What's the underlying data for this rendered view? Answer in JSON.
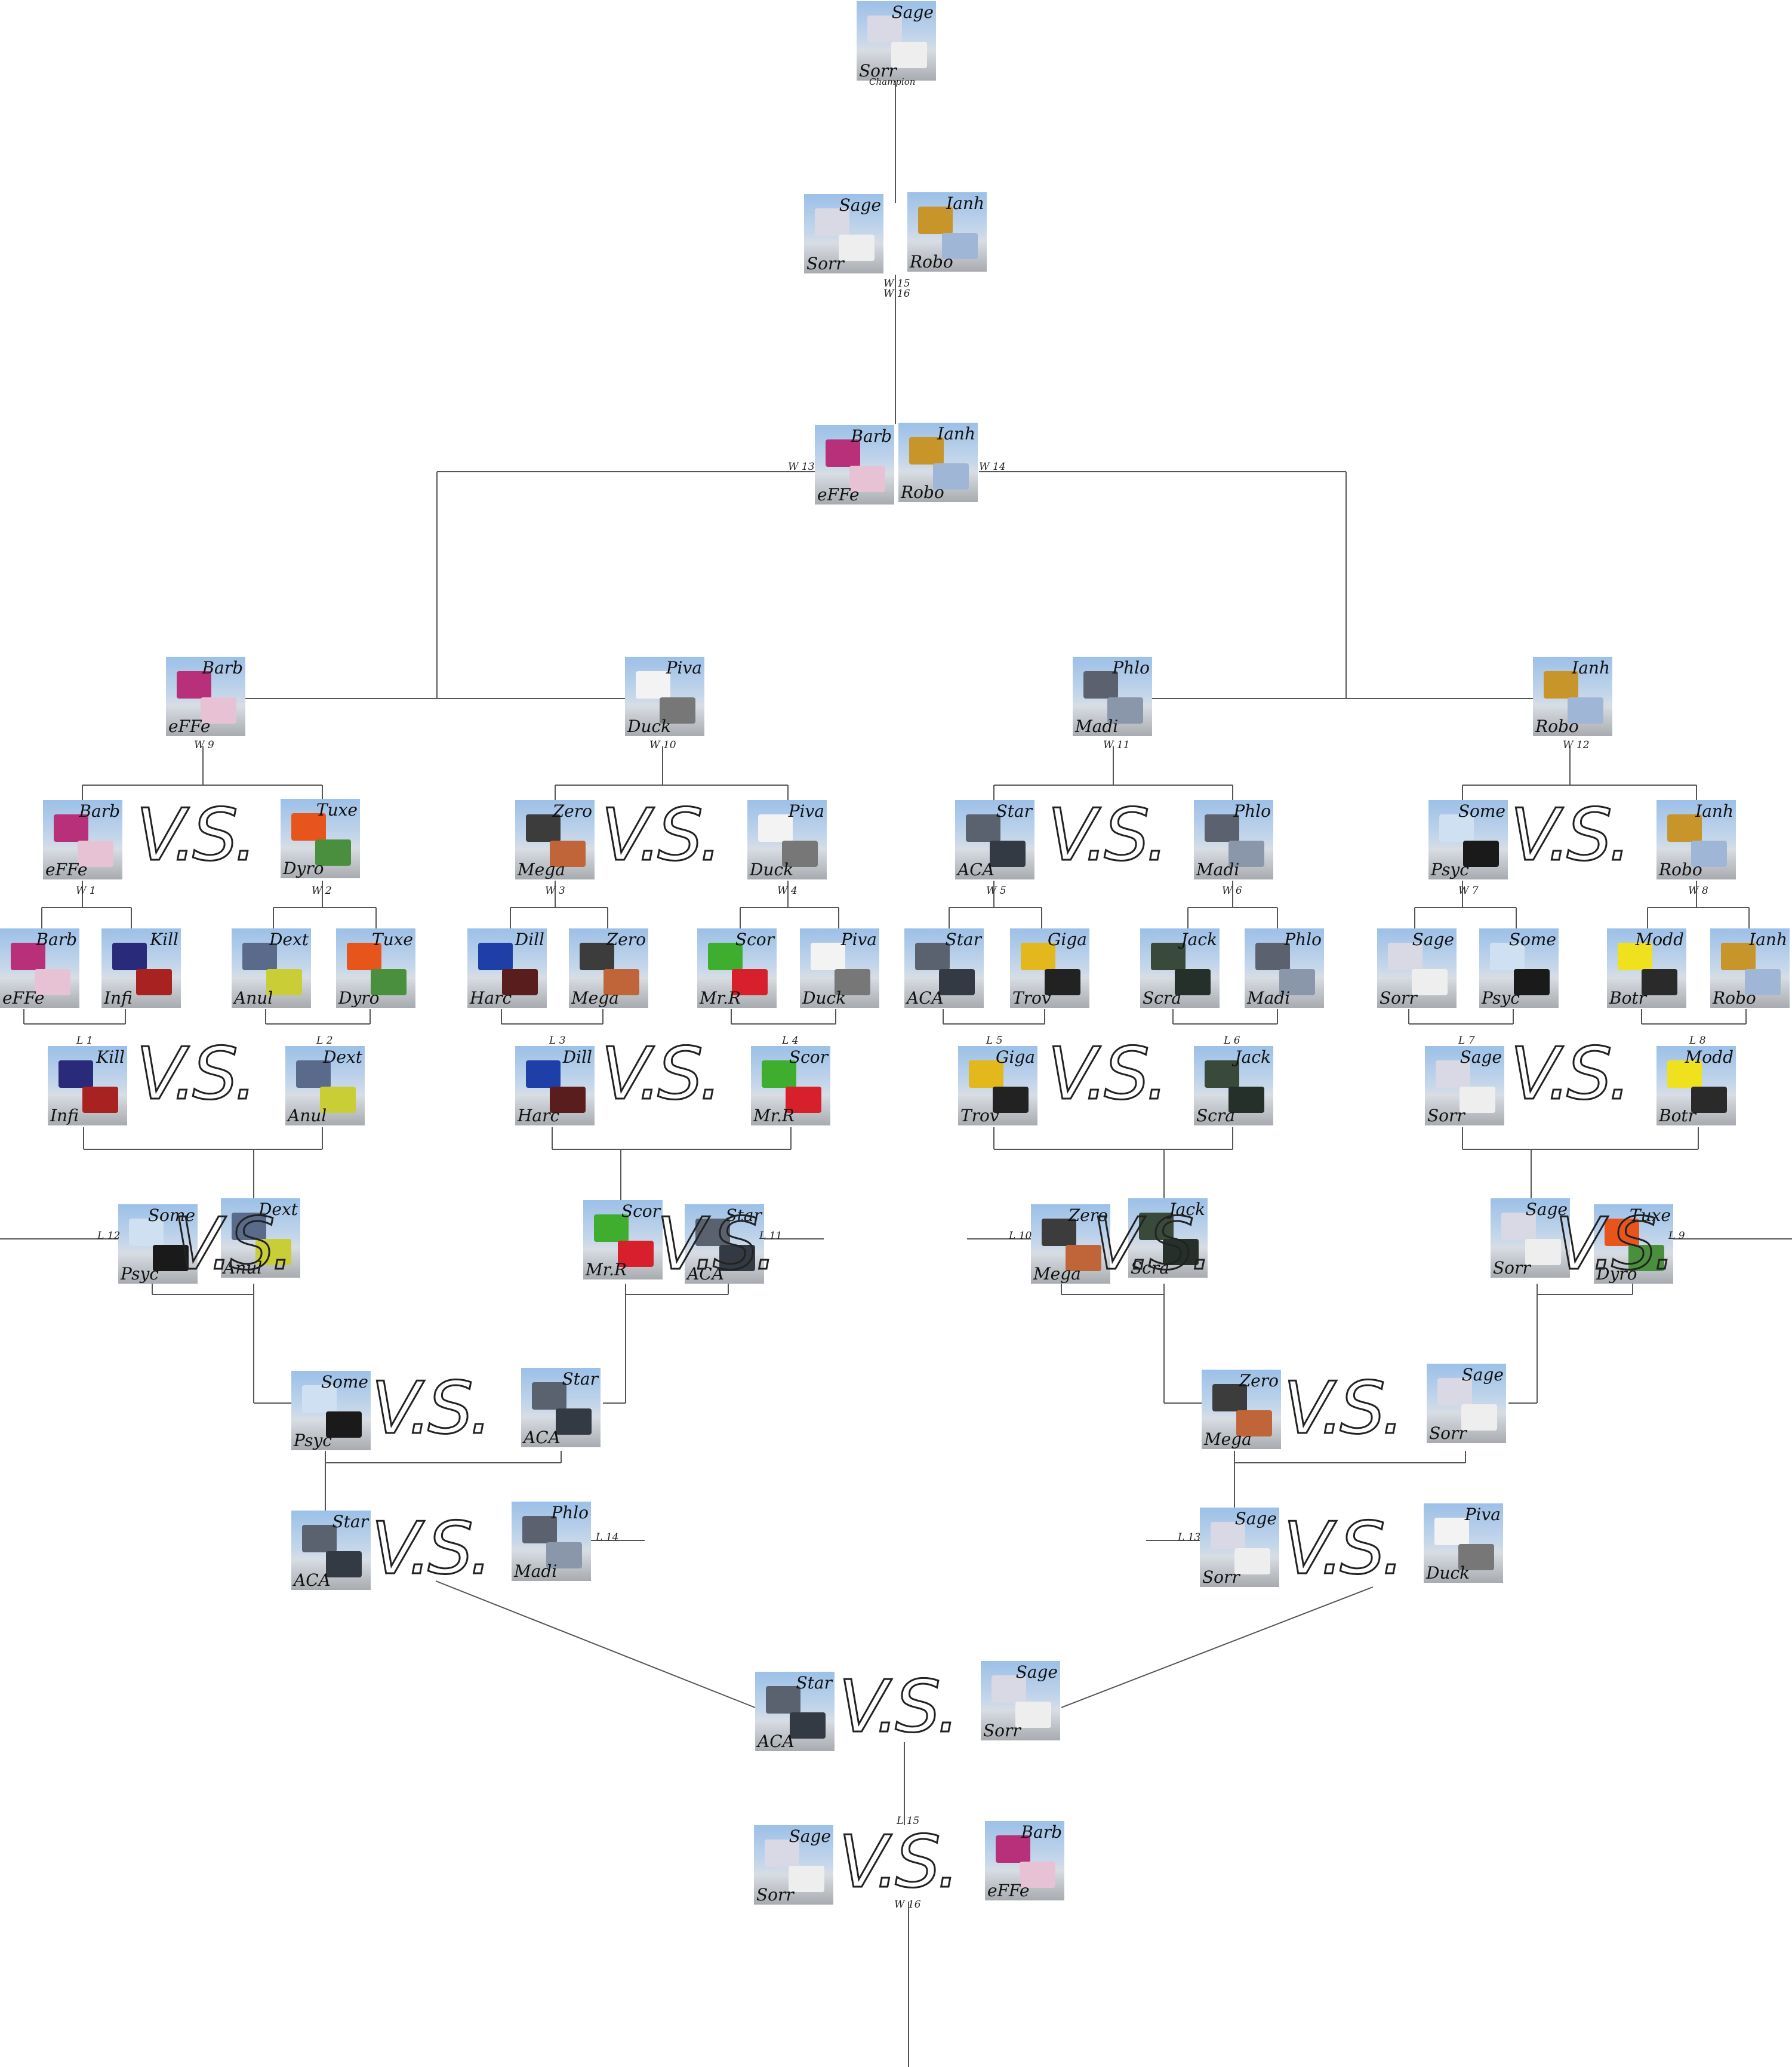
{
  "champion_label": "Champion",
  "vs_label": "V.S.",
  "cards": [
    {
      "id": "champion",
      "top": "Sage",
      "bottom": "Sorr",
      "c1": "#d9d9e6",
      "c2": "#eeeeee"
    },
    {
      "id": "f1a",
      "top": "Sage",
      "bottom": "Sorr",
      "c1": "#d9d9e6",
      "c2": "#eeeeee"
    },
    {
      "id": "f1b",
      "top": "Ianh",
      "bottom": "Robo",
      "c1": "#c8952a",
      "c2": "#9fb6d6"
    },
    {
      "id": "f2a",
      "top": "Barb",
      "bottom": "eFFe",
      "c1": "#b8307a",
      "c2": "#e7c2d5"
    },
    {
      "id": "f2b",
      "top": "Ianh",
      "bottom": "Robo",
      "c1": "#c8952a",
      "c2": "#9fb6d6"
    },
    {
      "id": "r3a",
      "top": "Barb",
      "bottom": "eFFe",
      "c1": "#b8307a",
      "c2": "#e7c2d5"
    },
    {
      "id": "r3b",
      "top": "Piva",
      "bottom": "Duck",
      "c1": "#f3f3f3",
      "c2": "#777777"
    },
    {
      "id": "r3c",
      "top": "Phlo",
      "bottom": "Madi",
      "c1": "#5c6170",
      "c2": "#8a97aa"
    },
    {
      "id": "r3d",
      "top": "Ianh",
      "bottom": "Robo",
      "c1": "#c8952a",
      "c2": "#9fb6d6"
    },
    {
      "id": "r2a1",
      "top": "Barb",
      "bottom": "eFFe",
      "c1": "#b8307a",
      "c2": "#e7c2d5"
    },
    {
      "id": "r2a2",
      "top": "Tuxe",
      "bottom": "Dyro",
      "c1": "#e8551c",
      "c2": "#4a8f3e"
    },
    {
      "id": "r2b1",
      "top": "Zero",
      "bottom": "Mega",
      "c1": "#3c3c3c",
      "c2": "#c0643a"
    },
    {
      "id": "r2b2",
      "top": "Piva",
      "bottom": "Duck",
      "c1": "#f3f3f3",
      "c2": "#777777"
    },
    {
      "id": "r2c1",
      "top": "Star",
      "bottom": "ACA",
      "c1": "#5a6270",
      "c2": "#333a44"
    },
    {
      "id": "r2c2",
      "top": "Phlo",
      "bottom": "Madi",
      "c1": "#5c6170",
      "c2": "#8a97aa"
    },
    {
      "id": "r2d1",
      "top": "Some",
      "bottom": "Psyc",
      "c1": "#cfe0f2",
      "c2": "#1a1a1a"
    },
    {
      "id": "r2d2",
      "top": "Ianh",
      "bottom": "Robo",
      "c1": "#c8952a",
      "c2": "#9fb6d6"
    },
    {
      "id": "r1a",
      "top": "Barb",
      "bottom": "eFFe",
      "c1": "#b8307a",
      "c2": "#e7c2d5"
    },
    {
      "id": "r1b",
      "top": "Kill",
      "bottom": "Infi",
      "c1": "#2a2a7a",
      "c2": "#a82222"
    },
    {
      "id": "r1c",
      "top": "Dext",
      "bottom": "Anul",
      "c1": "#5a6a8a",
      "c2": "#c9cd36"
    },
    {
      "id": "r1d",
      "top": "Tuxe",
      "bottom": "Dyro",
      "c1": "#e8551c",
      "c2": "#4a8f3e"
    },
    {
      "id": "r1e",
      "top": "Dill",
      "bottom": "Harc",
      "c1": "#1e3fa8",
      "c2": "#5a1d1d"
    },
    {
      "id": "r1f",
      "top": "Zero",
      "bottom": "Mega",
      "c1": "#3c3c3c",
      "c2": "#c0643a"
    },
    {
      "id": "r1g",
      "top": "Scor",
      "bottom": "Mr.R",
      "c1": "#3fae2f",
      "c2": "#d81f2c"
    },
    {
      "id": "r1h",
      "top": "Piva",
      "bottom": "Duck",
      "c1": "#f3f3f3",
      "c2": "#777777"
    },
    {
      "id": "r1i",
      "top": "Star",
      "bottom": "ACA",
      "c1": "#5a6270",
      "c2": "#333a44"
    },
    {
      "id": "r1j",
      "top": "Giga",
      "bottom": "Trov",
      "c1": "#e3b81c",
      "c2": "#222222"
    },
    {
      "id": "r1k",
      "top": "Jack",
      "bottom": "Scra",
      "c1": "#3a4a3a",
      "c2": "#26302a"
    },
    {
      "id": "r1l",
      "top": "Phlo",
      "bottom": "Madi",
      "c1": "#5c6170",
      "c2": "#8a97aa"
    },
    {
      "id": "r1m",
      "top": "Sage",
      "bottom": "Sorr",
      "c1": "#d9d9e6",
      "c2": "#eeeeee"
    },
    {
      "id": "r1n",
      "top": "Some",
      "bottom": "Psyc",
      "c1": "#cfe0f2",
      "c2": "#1a1a1a"
    },
    {
      "id": "r1o",
      "top": "Modd",
      "bottom": "Botr",
      "c1": "#f0e11f",
      "c2": "#2a2a2a"
    },
    {
      "id": "r1p",
      "top": "Ianh",
      "bottom": "Robo",
      "c1": "#c8952a",
      "c2": "#9fb6d6"
    },
    {
      "id": "l1a",
      "top": "Kill",
      "bottom": "Infi",
      "c1": "#2a2a7a",
      "c2": "#a82222"
    },
    {
      "id": "l1b",
      "top": "Dext",
      "bottom": "Anul",
      "c1": "#5a6a8a",
      "c2": "#c9cd36"
    },
    {
      "id": "l1c",
      "top": "Dill",
      "bottom": "Harc",
      "c1": "#1e3fa8",
      "c2": "#5a1d1d"
    },
    {
      "id": "l1d",
      "top": "Scor",
      "bottom": "Mr.R",
      "c1": "#3fae2f",
      "c2": "#d81f2c"
    },
    {
      "id": "l1e",
      "top": "Giga",
      "bottom": "Trov",
      "c1": "#e3b81c",
      "c2": "#222222"
    },
    {
      "id": "l1f",
      "top": "Jack",
      "bottom": "Scra",
      "c1": "#3a4a3a",
      "c2": "#26302a"
    },
    {
      "id": "l1g",
      "top": "Sage",
      "bottom": "Sorr",
      "c1": "#d9d9e6",
      "c2": "#eeeeee"
    },
    {
      "id": "l1h",
      "top": "Modd",
      "bottom": "Botr",
      "c1": "#f0e11f",
      "c2": "#2a2a2a"
    },
    {
      "id": "l2a",
      "top": "Some",
      "bottom": "Psyc",
      "c1": "#cfe0f2",
      "c2": "#1a1a1a"
    },
    {
      "id": "l2b",
      "top": "Dext",
      "bottom": "Anul",
      "c1": "#5a6a8a",
      "c2": "#c9cd36"
    },
    {
      "id": "l2c",
      "top": "Scor",
      "bottom": "Mr.R",
      "c1": "#3fae2f",
      "c2": "#d81f2c"
    },
    {
      "id": "l2d",
      "top": "Star",
      "bottom": "ACA",
      "c1": "#5a6270",
      "c2": "#333a44"
    },
    {
      "id": "l2e",
      "top": "Zero",
      "bottom": "Mega",
      "c1": "#3c3c3c",
      "c2": "#c0643a"
    },
    {
      "id": "l2f",
      "top": "Jack",
      "bottom": "Scra",
      "c1": "#3a4a3a",
      "c2": "#26302a"
    },
    {
      "id": "l2g",
      "top": "Sage",
      "bottom": "Sorr",
      "c1": "#d9d9e6",
      "c2": "#eeeeee"
    },
    {
      "id": "l2h",
      "top": "Tuxe",
      "bottom": "Dyro",
      "c1": "#e8551c",
      "c2": "#4a8f3e"
    },
    {
      "id": "l3a",
      "top": "Some",
      "bottom": "Psyc",
      "c1": "#cfe0f2",
      "c2": "#1a1a1a"
    },
    {
      "id": "l3b",
      "top": "Star",
      "bottom": "ACA",
      "c1": "#5a6270",
      "c2": "#333a44"
    },
    {
      "id": "l3c",
      "top": "Zero",
      "bottom": "Mega",
      "c1": "#3c3c3c",
      "c2": "#c0643a"
    },
    {
      "id": "l3d",
      "top": "Sage",
      "bottom": "Sorr",
      "c1": "#d9d9e6",
      "c2": "#eeeeee"
    },
    {
      "id": "l4a",
      "top": "Star",
      "bottom": "ACA",
      "c1": "#5a6270",
      "c2": "#333a44"
    },
    {
      "id": "l4b",
      "top": "Phlo",
      "bottom": "Madi",
      "c1": "#5c6170",
      "c2": "#8a97aa"
    },
    {
      "id": "l4c",
      "top": "Sage",
      "bottom": "Sorr",
      "c1": "#d9d9e6",
      "c2": "#eeeeee"
    },
    {
      "id": "l4d",
      "top": "Piva",
      "bottom": "Duck",
      "c1": "#f3f3f3",
      "c2": "#777777"
    },
    {
      "id": "l5a",
      "top": "Star",
      "bottom": "ACA",
      "c1": "#5a6270",
      "c2": "#333a44"
    },
    {
      "id": "l5b",
      "top": "Sage",
      "bottom": "Sorr",
      "c1": "#d9d9e6",
      "c2": "#eeeeee"
    },
    {
      "id": "l6a",
      "top": "Sage",
      "bottom": "Sorr",
      "c1": "#d9d9e6",
      "c2": "#eeeeee"
    },
    {
      "id": "l6b",
      "top": "Barb",
      "bottom": "eFFe",
      "c1": "#b8307a",
      "c2": "#e7c2d5"
    }
  ],
  "tags": [
    {
      "id": "w1",
      "text": "W 1"
    },
    {
      "id": "w2",
      "text": "W 2"
    },
    {
      "id": "w3",
      "text": "W 3"
    },
    {
      "id": "w4",
      "text": "W 4"
    },
    {
      "id": "w5",
      "text": "W 5"
    },
    {
      "id": "w6",
      "text": "W 6"
    },
    {
      "id": "w7",
      "text": "W 7"
    },
    {
      "id": "w8",
      "text": "W 8"
    },
    {
      "id": "w9",
      "text": "W 9"
    },
    {
      "id": "w10",
      "text": "W 10"
    },
    {
      "id": "w11",
      "text": "W 11"
    },
    {
      "id": "w12",
      "text": "W 12"
    },
    {
      "id": "w13",
      "text": "W 13"
    },
    {
      "id": "w14",
      "text": "W 14"
    },
    {
      "id": "w15",
      "text": "W 15"
    },
    {
      "id": "w16a",
      "text": "W 16"
    },
    {
      "id": "w16b",
      "text": "W 16"
    },
    {
      "id": "l1",
      "text": "L 1"
    },
    {
      "id": "l2",
      "text": "L 2"
    },
    {
      "id": "l3",
      "text": "L 3"
    },
    {
      "id": "l4",
      "text": "L 4"
    },
    {
      "id": "l5",
      "text": "L 5"
    },
    {
      "id": "l6",
      "text": "L 6"
    },
    {
      "id": "l7",
      "text": "L 7"
    },
    {
      "id": "l8",
      "text": "L 8"
    },
    {
      "id": "l9",
      "text": "L 9"
    },
    {
      "id": "l10",
      "text": "L 10"
    },
    {
      "id": "l11",
      "text": "L 11"
    },
    {
      "id": "l12",
      "text": "L 12"
    },
    {
      "id": "l13",
      "text": "L 13"
    },
    {
      "id": "l14",
      "text": "L 14"
    },
    {
      "id": "l15",
      "text": "L 15"
    }
  ]
}
